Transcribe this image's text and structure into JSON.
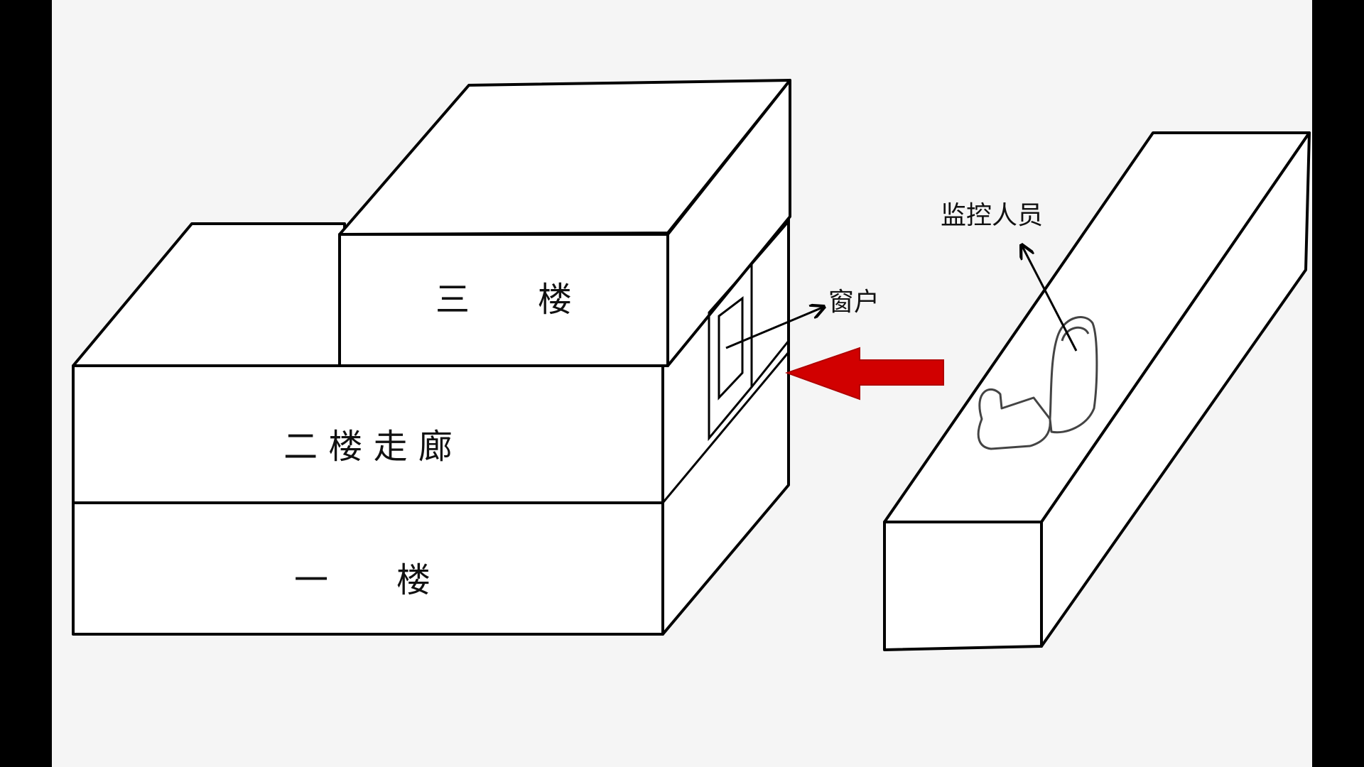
{
  "labels": {
    "third_floor": "三　　楼",
    "second_floor_corridor": "二 楼 走 廊",
    "first_floor": "一　　楼",
    "window": "窗户",
    "monitor_person": "监控人员"
  },
  "colors": {
    "background": "#f5f5f5",
    "frame": "#000000",
    "line": "#000000",
    "arrow": "#d10000"
  }
}
